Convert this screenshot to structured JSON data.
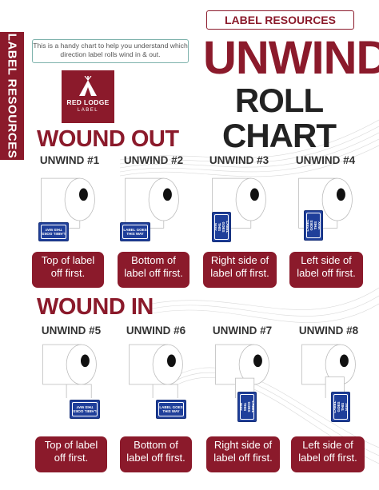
{
  "side_tab": "LABEL RESOURCES",
  "top_pill": "LABEL RESOURCES",
  "intro": "This is a handy chart to help you understand which direction label rolls wind in & out.",
  "logo": {
    "line1": "RED LODGE",
    "line2": "LABEL"
  },
  "title": {
    "line1": "UNWIND",
    "line2": "ROLL CHART"
  },
  "colors": {
    "brand": "#8b1a2b",
    "tag": "#1f3f9a"
  },
  "wound_out": {
    "heading": "WOUND OUT",
    "items": [
      {
        "label": "UNWIND #1",
        "tag_text": "LABEL GOES THIS WAY",
        "line1": "Top of label",
        "line2": "off first."
      },
      {
        "label": "UNWIND #2",
        "tag_text": "LABEL GOES THIS WAY",
        "line1": "Bottom of",
        "line2": "label off first."
      },
      {
        "label": "UNWIND #3",
        "tag_text": "LABEL GOES THIS WAY",
        "line1": "Right side of",
        "line2": "label off first."
      },
      {
        "label": "UNWIND #4",
        "tag_text": "LABEL GOES THIS WAY",
        "line1": "Left side of",
        "line2": "label off first."
      }
    ]
  },
  "wound_in": {
    "heading": "WOUND IN",
    "items": [
      {
        "label": "UNWIND #5",
        "tag_text": "LABEL GOES THIS WAY",
        "line1": "Top of label",
        "line2": "off first."
      },
      {
        "label": "UNWIND #6",
        "tag_text": "LABEL GOES THIS WAY",
        "line1": "Bottom of",
        "line2": "label off first."
      },
      {
        "label": "UNWIND #7",
        "tag_text": "LABEL GOES THIS WAY",
        "line1": "Right side of",
        "line2": "label off first."
      },
      {
        "label": "UNWIND #8",
        "tag_text": "LABEL GOES THIS WAY",
        "line1": "Left side of",
        "line2": "label off first."
      }
    ]
  }
}
